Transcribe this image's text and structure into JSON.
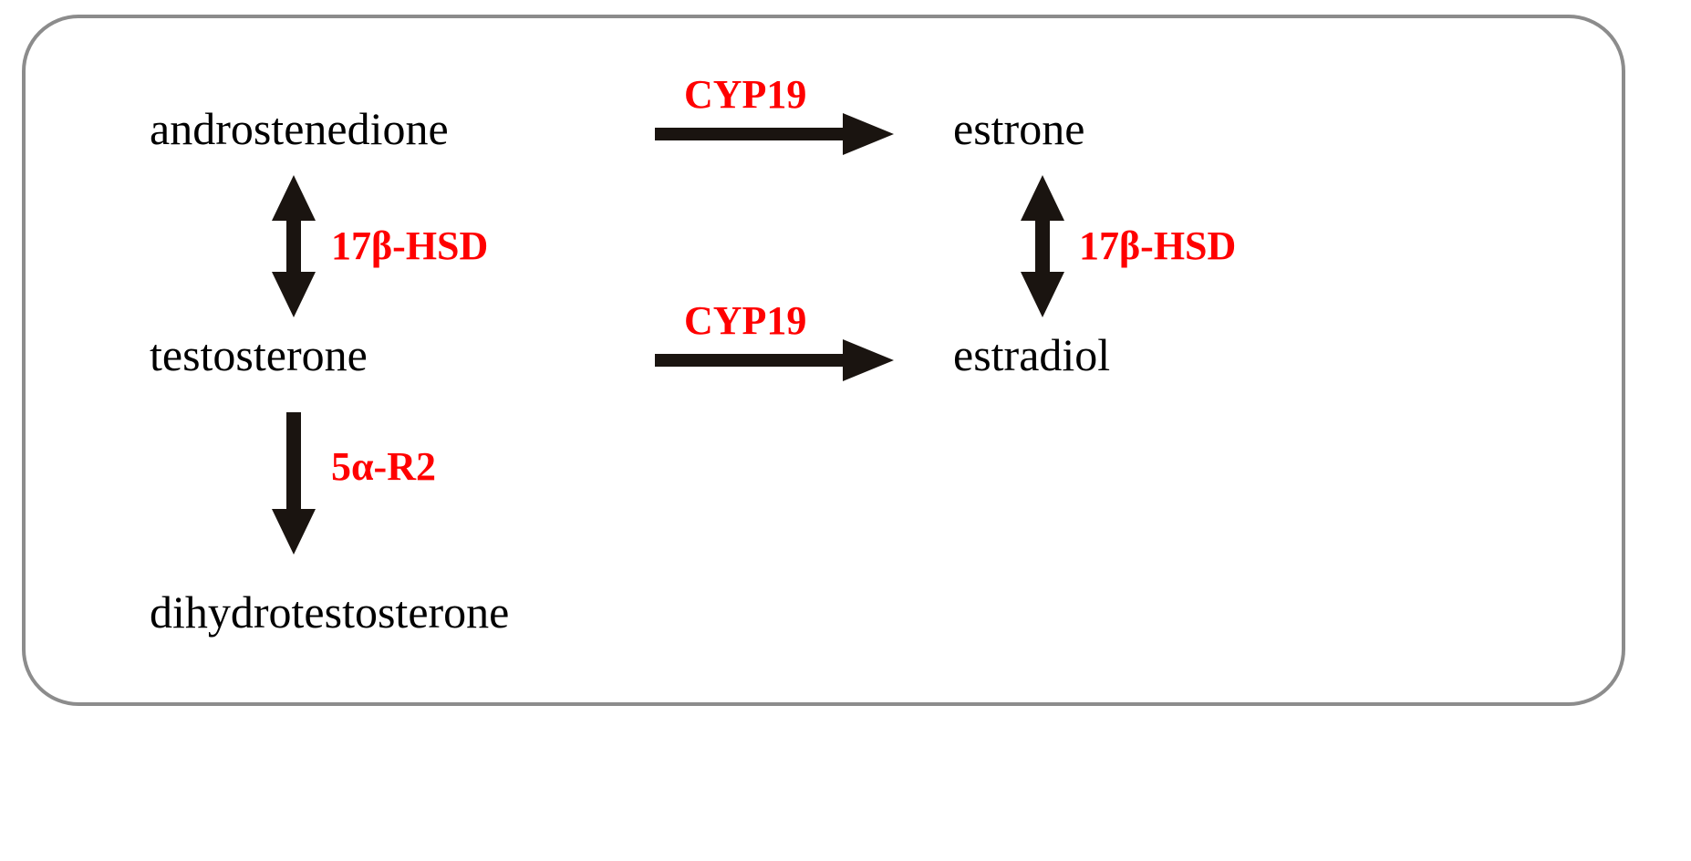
{
  "diagram": {
    "type": "steroid-biosynthesis-pathway",
    "border_color": "#8c8c8c",
    "background": "#ffffff",
    "metabolite_color": "#000000",
    "enzyme_color": "#ff0000",
    "arrow_color": "#1a1410",
    "metabolites": [
      {
        "id": "androstenedione",
        "label": "androstenedione"
      },
      {
        "id": "estrone",
        "label": "estrone"
      },
      {
        "id": "testosterone",
        "label": "testosterone"
      },
      {
        "id": "estradiol",
        "label": "estradiol"
      },
      {
        "id": "dihydrotestosterone",
        "label": "dihydrotestosterone"
      }
    ],
    "enzymes": [
      {
        "id": "cyp19-top",
        "label": "CYP19",
        "reaction": "androstenedione-to-estrone"
      },
      {
        "id": "hsd17b-left",
        "label": "17β-HSD",
        "reaction": "androstenedione-testosterone"
      },
      {
        "id": "hsd17b-right",
        "label": "17β-HSD",
        "reaction": "estrone-estradiol"
      },
      {
        "id": "cyp19-bottom",
        "label": "CYP19",
        "reaction": "testosterone-to-estradiol"
      },
      {
        "id": "srd5a2",
        "label": "5α-R2",
        "reaction": "testosterone-to-dihydrotestosterone"
      }
    ],
    "arrows": [
      {
        "id": "androstenedione-to-estrone",
        "direction": "right",
        "icon": "arrow-right-icon"
      },
      {
        "id": "androstenedione-testosterone",
        "direction": "bidirectional",
        "icon": "arrow-up-down-icon"
      },
      {
        "id": "estrone-estradiol",
        "direction": "bidirectional",
        "icon": "arrow-up-down-icon"
      },
      {
        "id": "testosterone-to-estradiol",
        "direction": "right",
        "icon": "arrow-right-icon"
      },
      {
        "id": "testosterone-to-dihydrotestosterone",
        "direction": "down",
        "icon": "arrow-down-icon"
      }
    ]
  }
}
